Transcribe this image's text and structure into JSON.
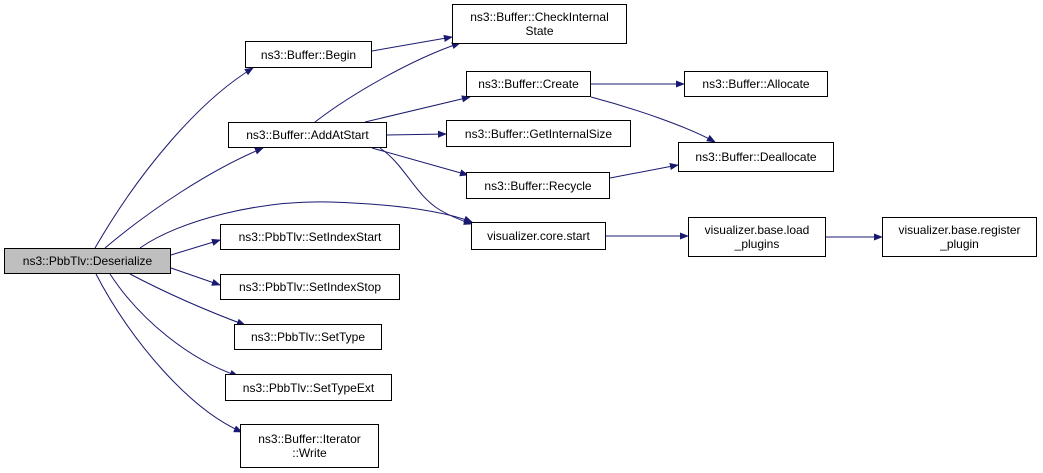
{
  "colors": {
    "edge": "#191970",
    "root_fill": "#bfbfbf",
    "node_fill": "#ffffff",
    "border": "#000000"
  },
  "nodes": [
    {
      "id": "deserialize",
      "lines": [
        "ns3::PbbTlv::Deserialize"
      ],
      "root": true
    },
    {
      "id": "begin",
      "lines": [
        "ns3::Buffer::Begin"
      ]
    },
    {
      "id": "checkinternal",
      "lines": [
        "ns3::Buffer::CheckInternal",
        "State"
      ]
    },
    {
      "id": "addatstart",
      "lines": [
        "ns3::Buffer::AddAtStart"
      ]
    },
    {
      "id": "create",
      "lines": [
        "ns3::Buffer::Create"
      ]
    },
    {
      "id": "allocate",
      "lines": [
        "ns3::Buffer::Allocate"
      ]
    },
    {
      "id": "getinternalsize",
      "lines": [
        "ns3::Buffer::GetInternalSize"
      ]
    },
    {
      "id": "deallocate",
      "lines": [
        "ns3::Buffer::Deallocate"
      ]
    },
    {
      "id": "recycle",
      "lines": [
        "ns3::Buffer::Recycle"
      ]
    },
    {
      "id": "corestart",
      "lines": [
        "visualizer.core.start"
      ]
    },
    {
      "id": "loadplugins",
      "lines": [
        "visualizer.base.load",
        "_plugins"
      ]
    },
    {
      "id": "registerplugin",
      "lines": [
        "visualizer.base.register",
        "_plugin"
      ]
    },
    {
      "id": "setindexstart",
      "lines": [
        "ns3::PbbTlv::SetIndexStart"
      ]
    },
    {
      "id": "setindexstop",
      "lines": [
        "ns3::PbbTlv::SetIndexStop"
      ]
    },
    {
      "id": "settype",
      "lines": [
        "ns3::PbbTlv::SetType"
      ]
    },
    {
      "id": "settypeext",
      "lines": [
        "ns3::PbbTlv::SetTypeExt"
      ]
    },
    {
      "id": "iteratorwrite",
      "lines": [
        "ns3::Buffer::Iterator",
        "::Write"
      ]
    }
  ],
  "edges": [
    {
      "from": "deserialize",
      "to": "begin"
    },
    {
      "from": "deserialize",
      "to": "addatstart"
    },
    {
      "from": "deserialize",
      "to": "corestart"
    },
    {
      "from": "deserialize",
      "to": "setindexstart"
    },
    {
      "from": "deserialize",
      "to": "setindexstop"
    },
    {
      "from": "deserialize",
      "to": "settype"
    },
    {
      "from": "deserialize",
      "to": "settypeext"
    },
    {
      "from": "deserialize",
      "to": "iteratorwrite"
    },
    {
      "from": "begin",
      "to": "checkinternal"
    },
    {
      "from": "addatstart",
      "to": "checkinternal"
    },
    {
      "from": "addatstart",
      "to": "create"
    },
    {
      "from": "addatstart",
      "to": "getinternalsize"
    },
    {
      "from": "addatstart",
      "to": "recycle"
    },
    {
      "from": "addatstart",
      "to": "corestart"
    },
    {
      "from": "create",
      "to": "allocate"
    },
    {
      "from": "create",
      "to": "deallocate"
    },
    {
      "from": "recycle",
      "to": "deallocate"
    },
    {
      "from": "corestart",
      "to": "loadplugins"
    },
    {
      "from": "loadplugins",
      "to": "registerplugin"
    }
  ]
}
